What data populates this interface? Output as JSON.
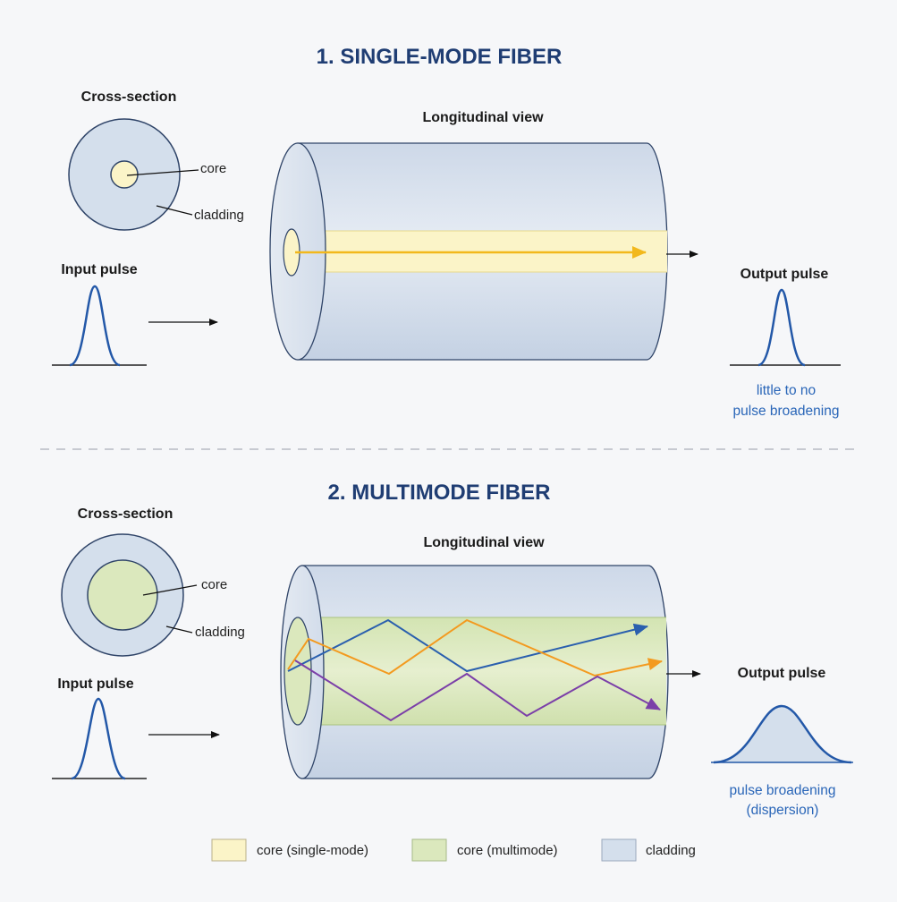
{
  "colors": {
    "background": "#f6f7f9",
    "title": "#1f3d73",
    "core_single": "#fbf4c8",
    "core_multi": "#dbe8bd",
    "cladding": "#d4dfec",
    "fiber_outline": "#2f4468",
    "ray_yellow": "#f2b81c",
    "ray_blue": "#2a5fae",
    "ray_orange": "#f39a1f",
    "ray_purple": "#7b3fa8",
    "pulse_line": "#2358a8",
    "note_text": "#2a66b8"
  },
  "section1": {
    "title": "1. SINGLE-MODE FIBER",
    "cross_section_label": "Cross-section",
    "core_label": "core",
    "cladding_label": "cladding",
    "longitudinal_label": "Longitudinal view",
    "input_label": "Input pulse",
    "output_label": "Output pulse",
    "note_line1": "little to no",
    "note_line2": "pulse broadening"
  },
  "section2": {
    "title": "2. MULTIMODE FIBER",
    "cross_section_label": "Cross-section",
    "core_label": "core",
    "cladding_label": "cladding",
    "longitudinal_label": "Longitudinal view",
    "input_label": "Input pulse",
    "output_label": "Output pulse",
    "note_line1": "pulse broadening",
    "note_line2": "(dispersion)"
  },
  "legend": {
    "items": [
      {
        "label": "core (single-mode)",
        "color": "#fbf4c8"
      },
      {
        "label": "core (multimode)",
        "color": "#dbe8bd"
      },
      {
        "label": "cladding",
        "color": "#d4dfec"
      }
    ]
  }
}
